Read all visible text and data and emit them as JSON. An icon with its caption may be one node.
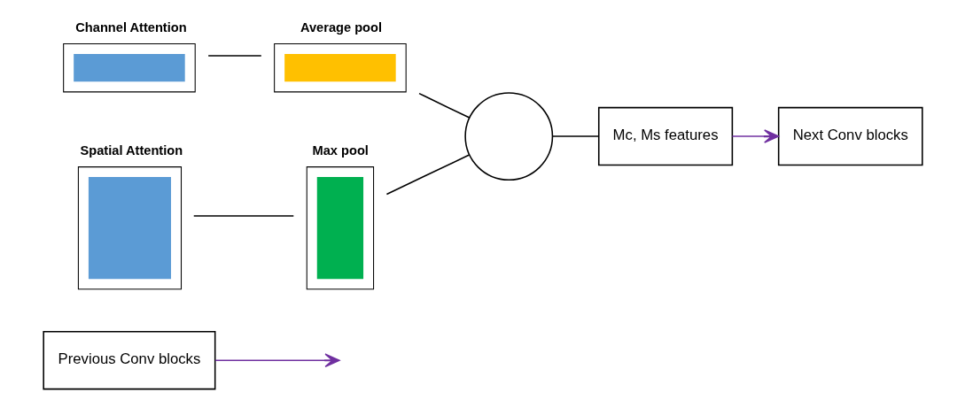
{
  "diagram": {
    "nodes": [
      {
        "text": [
          "Previous Conv blocks"
        ]
      },
      {
        "text": [
          "Channel Attention"
        ]
      },
      {
        "text": [
          "Average pool"
        ]
      },
      {
        "text": [
          "Spatial Attention"
        ]
      },
      {
        "text": [
          "Max pool"
        ]
      },
      {
        "text": [],
        "shape": "circle"
      },
      {
        "text": [
          "Mc, Ms features"
        ]
      },
      {
        "text": [
          "Next Conv blocks"
        ]
      }
    ],
    "edges": [
      {
        "from": 0,
        "to": null,
        "arrow": "to",
        "color": "#7030a0"
      },
      {
        "from": 1,
        "to": 2,
        "arrow": "none"
      },
      {
        "from": 3,
        "to": 4,
        "arrow": "none"
      },
      {
        "from": 2,
        "to": 5,
        "arrow": "none"
      },
      {
        "from": 4,
        "to": 5,
        "arrow": "none"
      },
      {
        "from": 5,
        "to": 6,
        "arrow": "none"
      },
      {
        "from": 6,
        "to": 7,
        "arrow": "to",
        "color": "#7030a0"
      }
    ]
  }
}
